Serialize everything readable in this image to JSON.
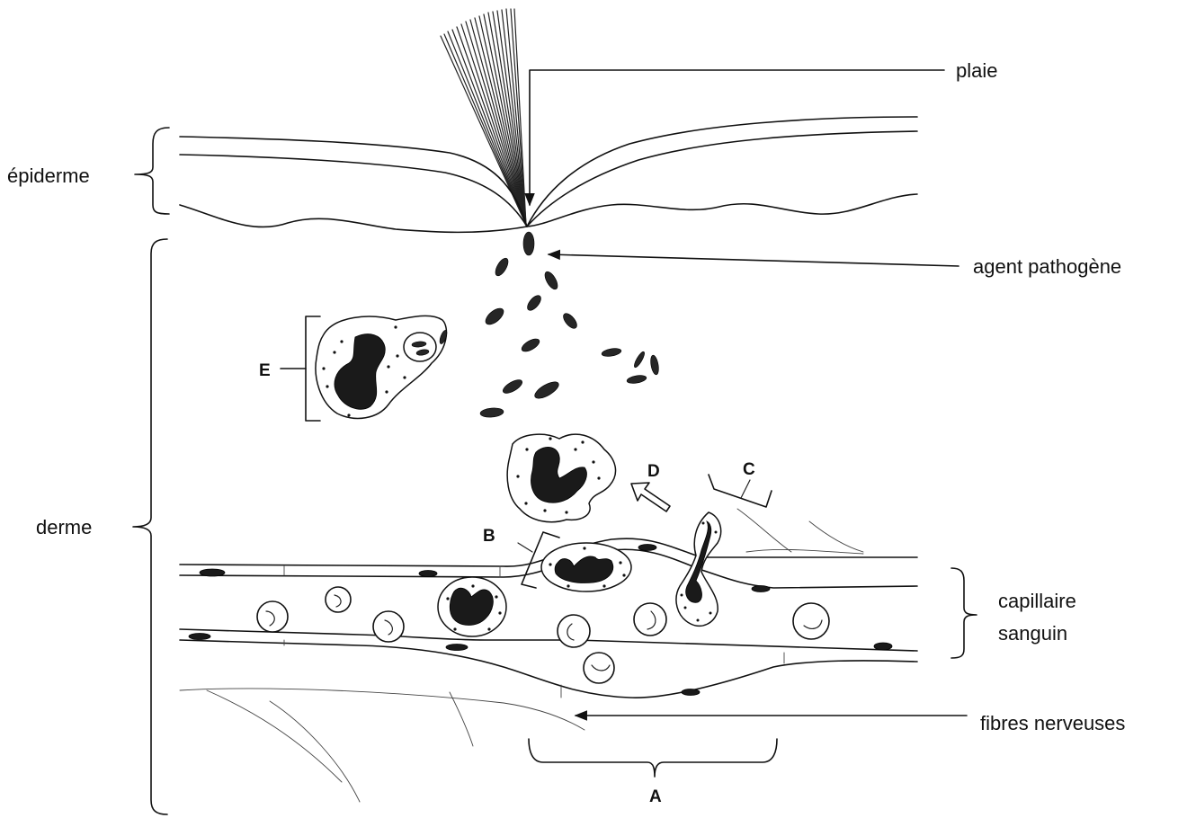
{
  "labels": {
    "plaie": "plaie",
    "epiderme": "épiderme",
    "agent_pathogene": "agent pathogène",
    "derme": "derme",
    "capillaire_line1": "capillaire",
    "capillaire_line2": "sanguin",
    "fibres_nerveuses": "fibres nerveuses",
    "letter_a": "A",
    "letter_b": "B",
    "letter_c": "C",
    "letter_d": "D",
    "letter_e": "E"
  }
}
